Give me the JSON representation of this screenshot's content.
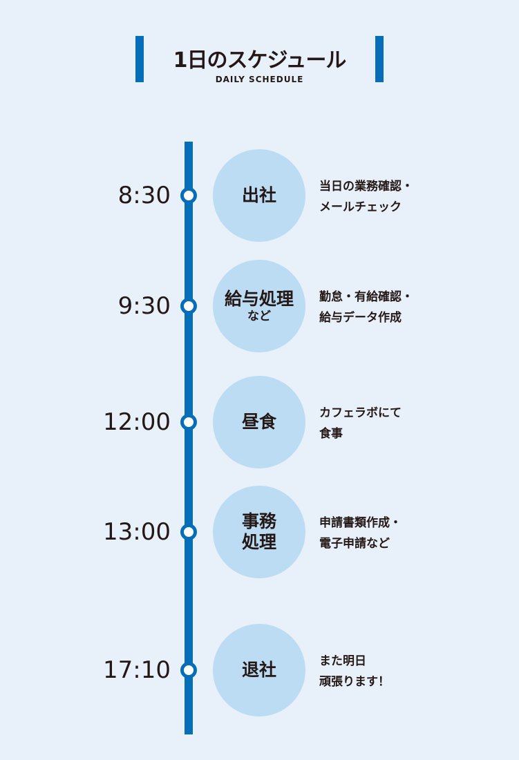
{
  "header": {
    "title": "1日のスケジュール",
    "subtitle": "DAILY SCHEDULE"
  },
  "colors": {
    "accent": "#066db8",
    "circle": "#bcdcf4",
    "background": "#e8f0fa",
    "text": "#231815"
  },
  "schedule": [
    {
      "time": "8:30",
      "activity": "出社",
      "activity_sub": "",
      "description": "当日の業務確認・\nメールチェック"
    },
    {
      "time": "9:30",
      "activity": "給与処理",
      "activity_sub": "など",
      "description": "勤怠・有給確認・\n給与データ作成"
    },
    {
      "time": "12:00",
      "activity": "昼食",
      "activity_sub": "",
      "description": "カフェラボにて\n食事"
    },
    {
      "time": "13:00",
      "activity": "事務\n処理",
      "activity_sub": "",
      "description": "申請書類作成・\n電子申請など"
    },
    {
      "time": "17:10",
      "activity": "退社",
      "activity_sub": "",
      "description": "また明日\n頑張ります！"
    }
  ]
}
